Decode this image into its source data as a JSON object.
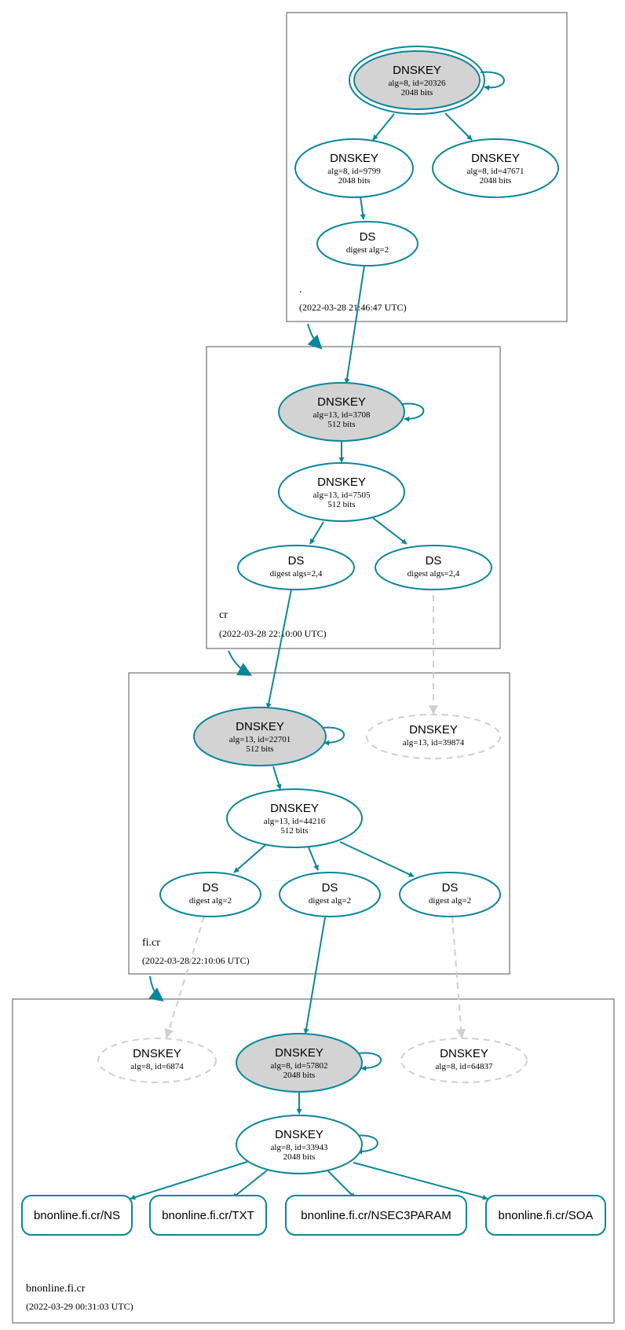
{
  "colors": {
    "secure": "#0a879a",
    "ksk_fill": "#d3d3d3",
    "inactive": "#cfcfcf",
    "frame": "#555555"
  },
  "zones": {
    "root": {
      "name": ".",
      "timestamp": "(2022-03-28 21:46:47 UTC)"
    },
    "cr": {
      "name": "cr",
      "timestamp": "(2022-03-28 22:10:00 UTC)"
    },
    "ficr": {
      "name": "fi.cr",
      "timestamp": "(2022-03-28 22:10:06 UTC)"
    },
    "bnonline": {
      "name": "bnonline.fi.cr",
      "timestamp": "(2022-03-29 00:31:03 UTC)"
    }
  },
  "nodes": {
    "root_ksk": {
      "title": "DNSKEY",
      "lines": [
        "alg=8, id=20326",
        "2048 bits"
      ]
    },
    "root_zsk1": {
      "title": "DNSKEY",
      "lines": [
        "alg=8, id=9799",
        "2048 bits"
      ]
    },
    "root_zsk2": {
      "title": "DNSKEY",
      "lines": [
        "alg=8, id=47671",
        "2048 bits"
      ]
    },
    "root_ds": {
      "title": "DS",
      "lines": [
        "digest alg=2"
      ]
    },
    "cr_ksk": {
      "title": "DNSKEY",
      "lines": [
        "alg=13, id=3708",
        "512 bits"
      ]
    },
    "cr_zsk": {
      "title": "DNSKEY",
      "lines": [
        "alg=13, id=7505",
        "512 bits"
      ]
    },
    "cr_ds1": {
      "title": "DS",
      "lines": [
        "digest algs=2,4"
      ]
    },
    "cr_ds2": {
      "title": "DS",
      "lines": [
        "digest algs=2,4"
      ]
    },
    "fi_ksk": {
      "title": "DNSKEY",
      "lines": [
        "alg=13, id=22701",
        "512 bits"
      ]
    },
    "fi_missing": {
      "title": "DNSKEY",
      "lines": [
        "alg=13, id=39874"
      ]
    },
    "fi_zsk": {
      "title": "DNSKEY",
      "lines": [
        "alg=13, id=44216",
        "512 bits"
      ]
    },
    "fi_ds1": {
      "title": "DS",
      "lines": [
        "digest alg=2"
      ]
    },
    "fi_ds2": {
      "title": "DS",
      "lines": [
        "digest alg=2"
      ]
    },
    "fi_ds3": {
      "title": "DS",
      "lines": [
        "digest alg=2"
      ]
    },
    "bn_missing1": {
      "title": "DNSKEY",
      "lines": [
        "alg=8, id=6874"
      ]
    },
    "bn_ksk": {
      "title": "DNSKEY",
      "lines": [
        "alg=8, id=57802",
        "2048 bits"
      ]
    },
    "bn_missing2": {
      "title": "DNSKEY",
      "lines": [
        "alg=8, id=64837"
      ]
    },
    "bn_zsk": {
      "title": "DNSKEY",
      "lines": [
        "alg=8, id=33943",
        "2048 bits"
      ]
    }
  },
  "rrsets": {
    "ns": "bnonline.fi.cr/NS",
    "txt": "bnonline.fi.cr/TXT",
    "nsec3param": "bnonline.fi.cr/NSEC3PARAM",
    "soa": "bnonline.fi.cr/SOA"
  }
}
